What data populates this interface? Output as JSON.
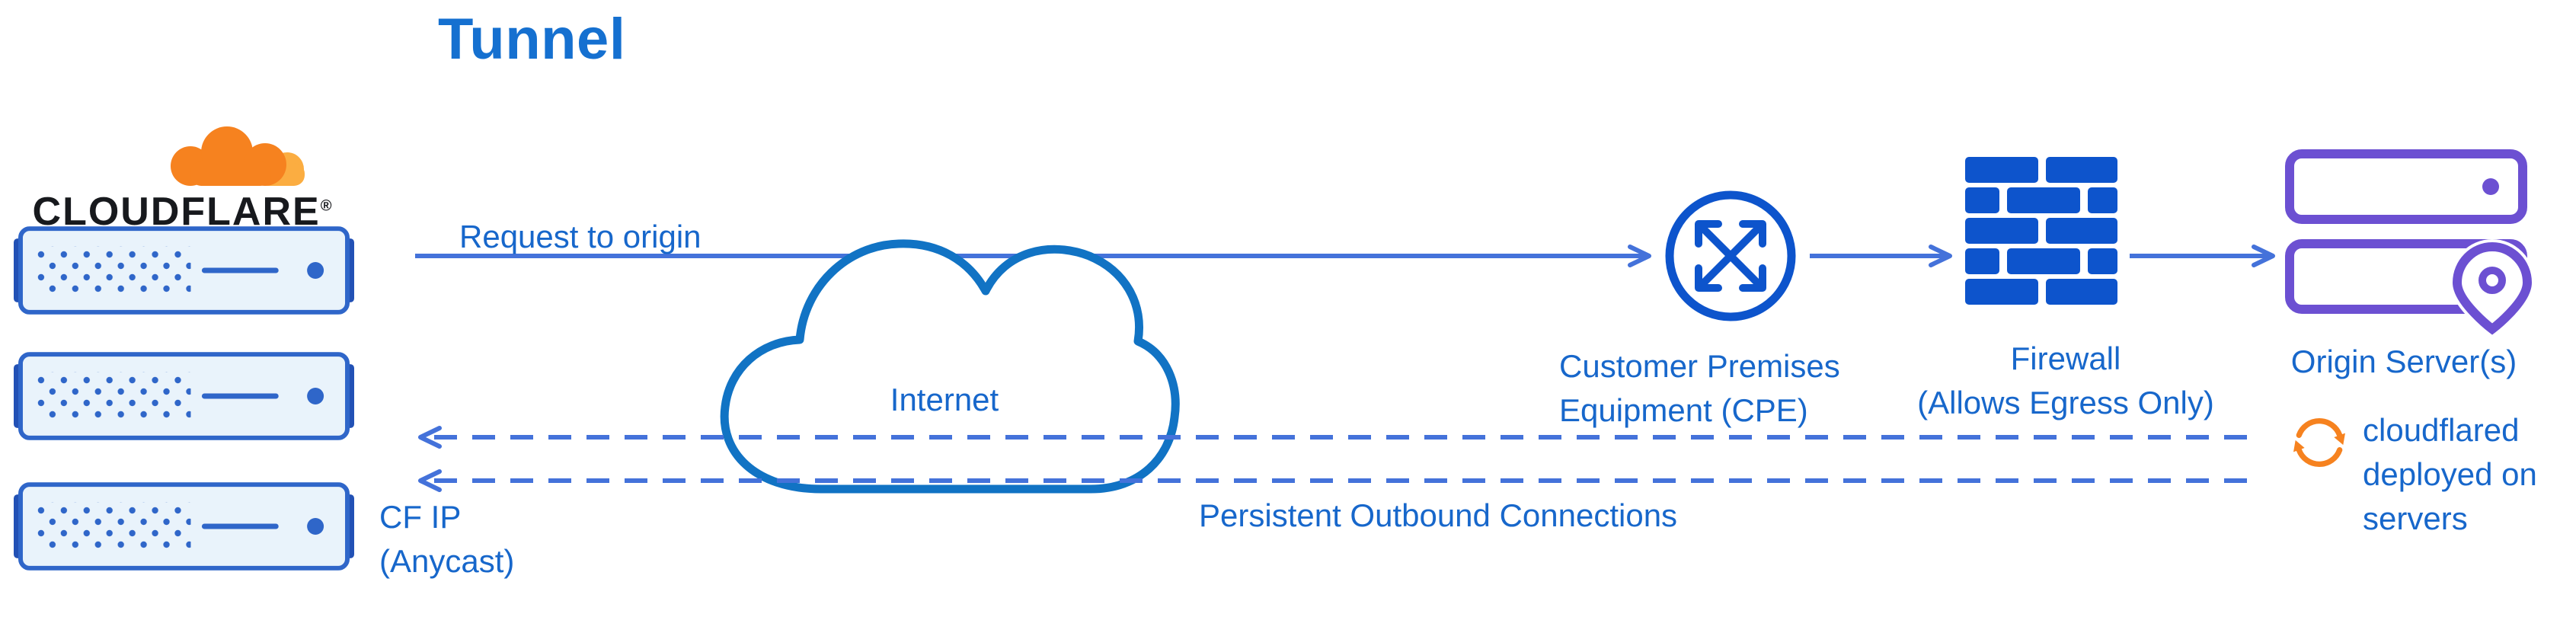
{
  "title": "Tunnel",
  "logo": {
    "wordmark": "CLOUDFLARE",
    "registered": "®"
  },
  "colors": {
    "title_blue": "#1570D0",
    "text_blue": "#1767CB",
    "line_blue": "#4472DA",
    "icon_blue": "#0D54CC",
    "cloud_blue": "#1173C4",
    "server_blue": "#2F66C9",
    "server_fill": "#E9F3FB",
    "server_dark": "#2251B5",
    "purple": "#6C50D2",
    "orange": "#F6821F",
    "orange_light": "#FBAD41",
    "logo_text": "#17191D"
  },
  "left": {
    "server_count": 3,
    "cf_ip_line1": "CF IP",
    "cf_ip_line2": "(Anycast)"
  },
  "flow": {
    "request_label": "Request to origin",
    "internet_label": "Internet",
    "persistent_label": "Persistent Outbound Connections"
  },
  "nodes": {
    "cpe": {
      "label_line1": "Customer Premises",
      "label_line2": "Equipment (CPE)"
    },
    "firewall": {
      "label_line1": "Firewall",
      "label_line2": "(Allows Egress Only)"
    },
    "origin": {
      "label": "Origin Server(s)"
    },
    "cloudflared": {
      "line1": "cloudflared",
      "line2": "deployed on",
      "line3": "servers"
    }
  },
  "icons": {
    "cloudflare-cloud-icon": "orange cloudflare logo cloud",
    "edge-server-icon": "rack server with vent dots, line and indicator dot",
    "internet-cloud-icon": "blue outlined cloud",
    "cpe-router-icon": "circle with four diagonal crossed arrows",
    "firewall-icon": "blue brick wall",
    "origin-servers-icon": "two stacked purple servers with location pin",
    "sync-icon": "orange circular refresh arrows"
  }
}
